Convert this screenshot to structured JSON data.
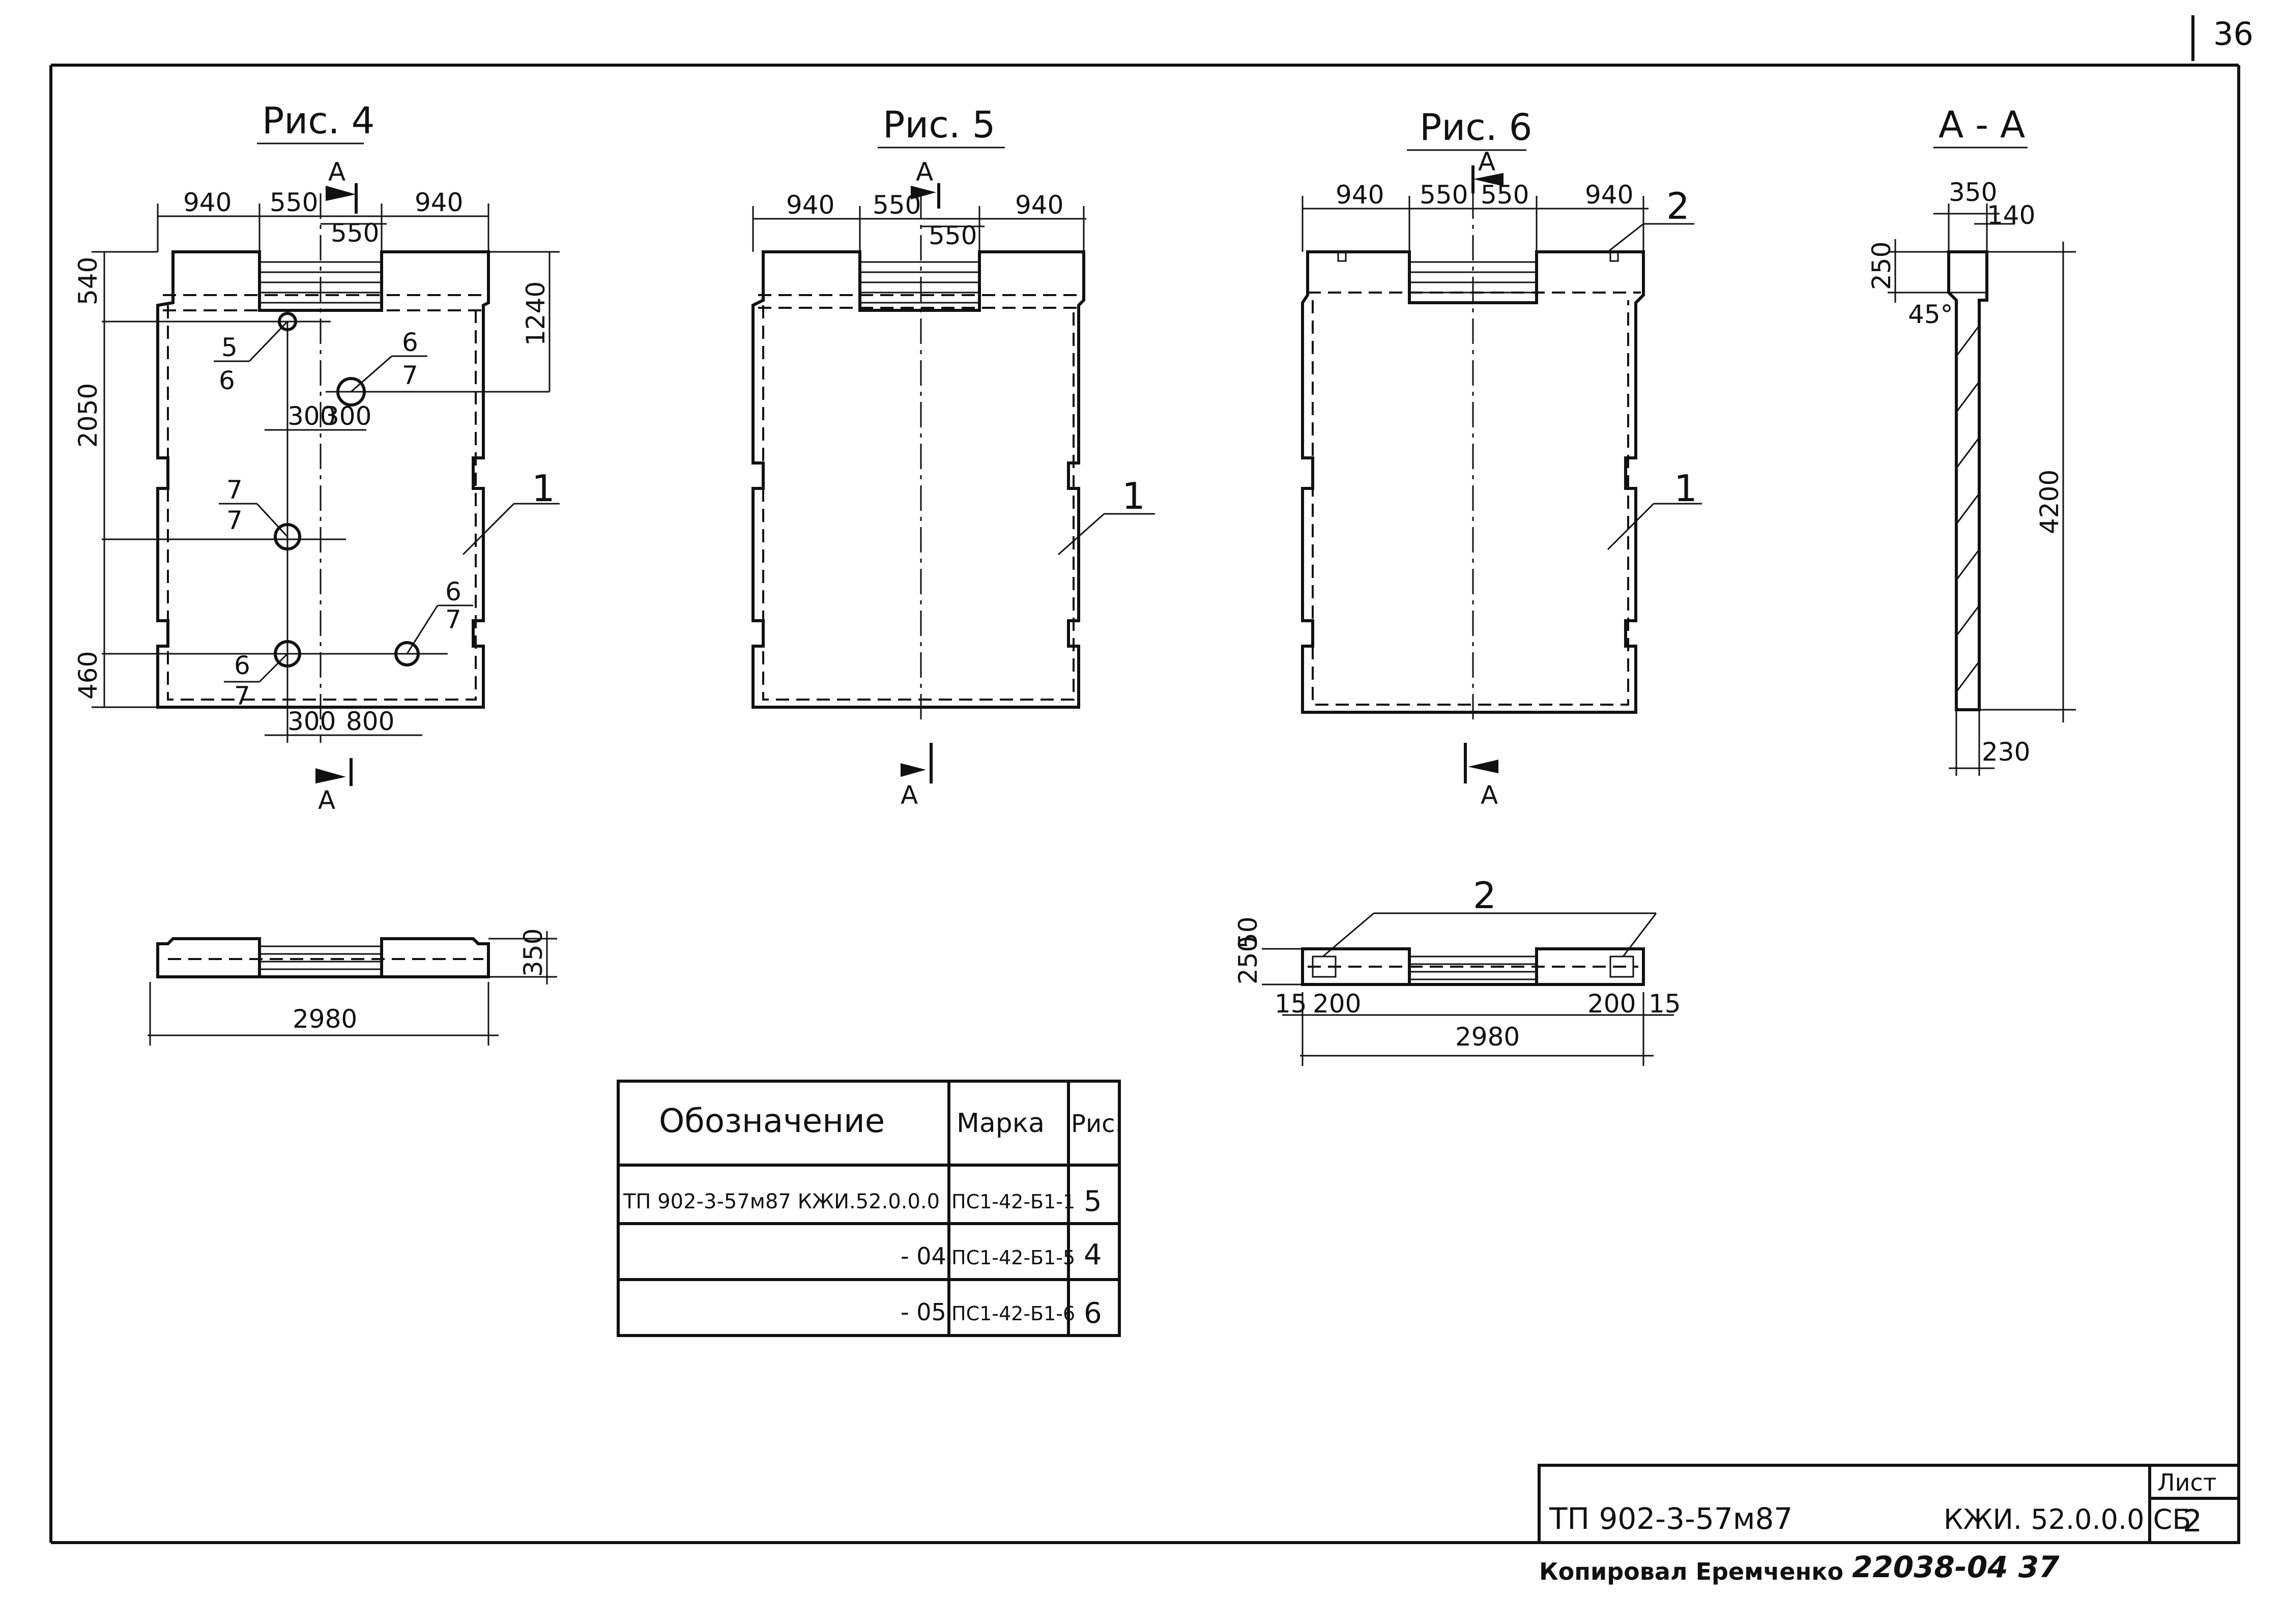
{
  "page_number": "36",
  "figures": {
    "fig4": {
      "title": "Рис. 4",
      "section_mark": "А",
      "top_dims": [
        "940",
        "550",
        "940"
      ],
      "sub_dim": "550",
      "left_dims": [
        "540",
        "2050",
        "460"
      ],
      "right_dim": "1240",
      "hole_dims_upper": [
        "300",
        "300"
      ],
      "hole_dims_lower": [
        "300",
        "800"
      ],
      "callouts": [
        {
          "num": "5",
          "den": "6"
        },
        {
          "num": "6",
          "den": "7"
        },
        {
          "num": "7",
          "den": "7"
        },
        {
          "num": "6",
          "den": "7"
        },
        {
          "num": "6",
          "den": "7"
        }
      ],
      "item": "1",
      "plan_width": "2980",
      "plan_height": "350"
    },
    "fig5": {
      "title": "Рис. 5",
      "section_mark": "А",
      "top_dims": [
        "940",
        "550",
        "940"
      ],
      "sub_dim": "550",
      "item": "1"
    },
    "fig6": {
      "title": "Рис. 6",
      "section_mark": "А",
      "top_dims": [
        "940",
        "550",
        "550",
        "940"
      ],
      "item": "1",
      "item2": "2",
      "plan_width": "2980",
      "plan_dims": [
        "50",
        "250",
        "15",
        "200",
        "200",
        "15"
      ]
    },
    "section_aa": {
      "title": "А - А",
      "dims": [
        "350",
        "140",
        "250",
        "45°",
        "4200",
        "230"
      ]
    }
  },
  "spec_table": {
    "headers": [
      "Обозначение",
      "Марка",
      "Рис."
    ],
    "rows": [
      {
        "designation": "ТП 902-3-57м87 КЖИ.52.0.0.0",
        "mark": "ПС1-42-Б1-1",
        "fig": "5"
      },
      {
        "designation": "- 04",
        "mark": "ПС1-42-Б1-5",
        "fig": "4"
      },
      {
        "designation": "- 05",
        "mark": "ПС1-42-Б1-6",
        "fig": "6"
      }
    ]
  },
  "title_block": {
    "project": "ТП 902-3-57м87",
    "code": "КЖИ. 52.0.0.0 СБ",
    "sheet_label": "Лист",
    "sheet_number": "2"
  },
  "footer": {
    "copied_by": "Копировал Еремченко",
    "stamp": "22038-04 37"
  }
}
